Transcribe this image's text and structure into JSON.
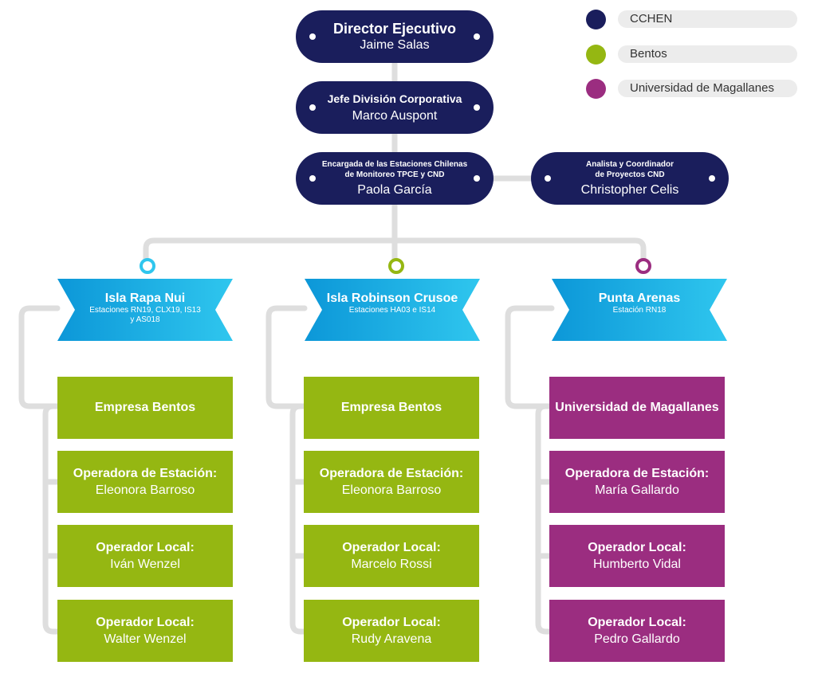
{
  "legend": [
    {
      "label": "CCHEN",
      "color": "#1a1e5c"
    },
    {
      "label": "Bentos",
      "color": "#95b712"
    },
    {
      "label": "Universidad de Magallanes",
      "color": "#9b2d80"
    }
  ],
  "director": {
    "title": "Director Ejecutivo",
    "name": "Jaime Salas"
  },
  "jefe": {
    "title": "Jefe División Corporativa",
    "name": "Marco Auspont"
  },
  "encargada": {
    "title_line1": "Encargada de las Estaciones Chilenas",
    "title_line2": "de Monitoreo TPCE y CND",
    "name": "Paola García"
  },
  "analista": {
    "title_line1": "Analista y Coordinador",
    "title_line2": "de Proyectos CND",
    "name": "Christopher Celis"
  },
  "columns": [
    {
      "ring_color": "#2fc6ee",
      "location": {
        "title": "Isla Rapa Nui",
        "subtitle": "Estaciones RN19, CLX19, IS13 y AS018"
      },
      "org": "Empresa Bentos",
      "color_type": "green",
      "roles": [
        {
          "title": "Operadora de Estación:",
          "name": "Eleonora Barroso"
        },
        {
          "title": "Operador Local:",
          "name": "Iván Wenzel"
        },
        {
          "title": "Operador Local:",
          "name": "Walter Wenzel"
        }
      ]
    },
    {
      "ring_color": "#95b712",
      "location": {
        "title": "Isla Robinson Crusoe",
        "subtitle": "Estaciones HA03 e IS14"
      },
      "org": "Empresa Bentos",
      "color_type": "green",
      "roles": [
        {
          "title": "Operadora de Estación:",
          "name": "Eleonora Barroso"
        },
        {
          "title": "Operador Local:",
          "name": "Marcelo Rossi"
        },
        {
          "title": "Operador Local:",
          "name": "Rudy Aravena"
        }
      ]
    },
    {
      "ring_color": "#9b2d80",
      "location": {
        "title": "Punta Arenas",
        "subtitle": "Estación RN18"
      },
      "org": "Universidad de Magallanes",
      "color_type": "purple",
      "roles": [
        {
          "title": "Operadora de Estación:",
          "name": "María Gallardo"
        },
        {
          "title": "Operador Local:",
          "name": "Humberto Vidal"
        },
        {
          "title": "Operador Local:",
          "name": "Pedro Gallardo"
        }
      ]
    }
  ]
}
